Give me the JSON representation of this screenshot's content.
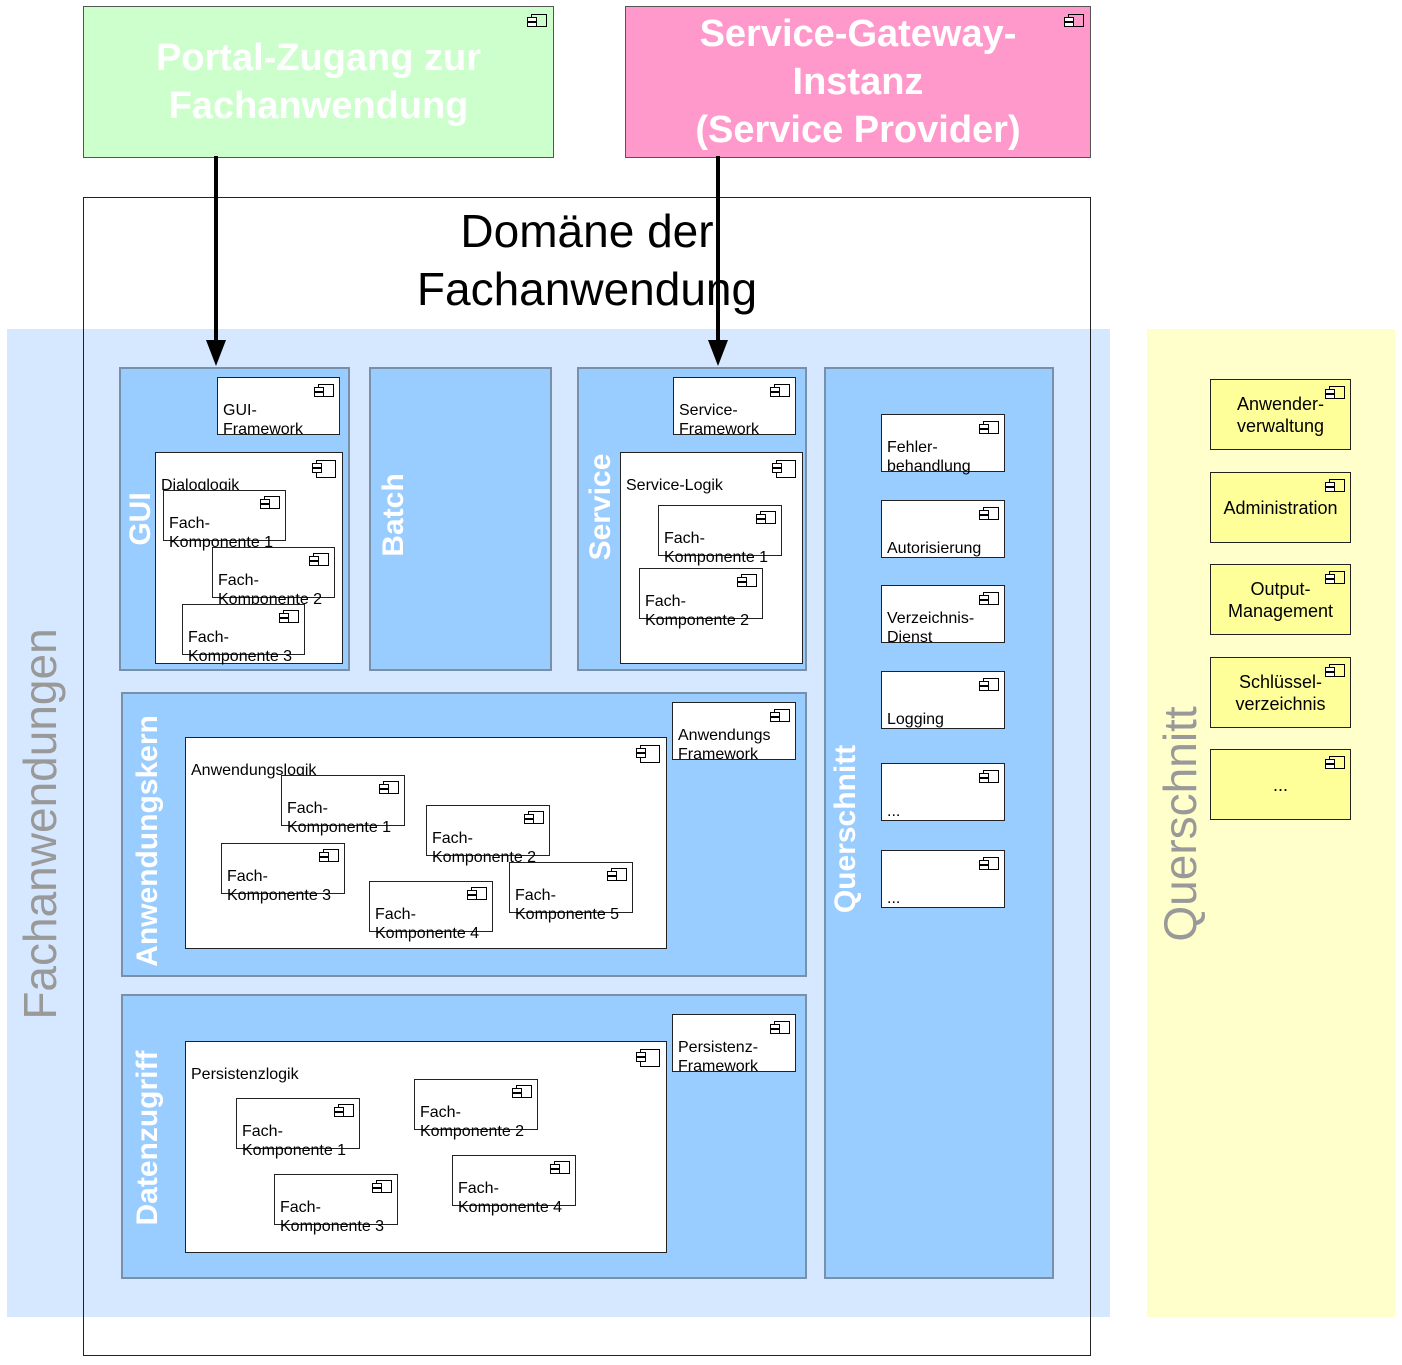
{
  "colors": {
    "fachanwendungen_bg": "#d6e8ff",
    "querschnitt_bg": "#ffffcc",
    "layer_fill": "#99ccff",
    "portal_fill": "#ccffcc",
    "gateway_fill": "#ff99cc",
    "yellow_component": "#ffff99",
    "zone_label_gray": "#999999"
  },
  "zones": {
    "fachanwendungen": "Fachanwendungen",
    "querschnitt": "Querschnitt"
  },
  "top_boxes": {
    "portal": "Portal-Zugang zur\nFachanwendung",
    "gateway": "Service-Gateway-\nInstanz\n(Service Provider)"
  },
  "domain_title": "Domäne der\nFachanwendung",
  "layers": {
    "gui": {
      "label": "GUI",
      "framework": "GUI-\nFramework",
      "container": "Dialoglogik",
      "components": [
        "Fach-\nKomponente 1",
        "Fach-\nKomponente 2",
        "Fach-\nKomponente 3"
      ]
    },
    "batch": {
      "label": "Batch"
    },
    "service": {
      "label": "Service",
      "framework": "Service-\nFramework",
      "container": "Service-Logik",
      "components": [
        "Fach-\nKomponente 1",
        "Fach-\nKomponente 2"
      ]
    },
    "anwendungskern": {
      "label": "Anwendungskern",
      "framework": "Anwendungs\nFramework",
      "container": "Anwendungslogik",
      "components": [
        "Fach-\nKomponente 1",
        "Fach-\nKomponente 2",
        "Fach-\nKomponente 3",
        "Fach-\nKomponente 4",
        "Fach-\nKomponente 5"
      ]
    },
    "datenzugriff": {
      "label": "Datenzugriff",
      "framework": "Persistenz-\nFramework",
      "container": "Persistenzlogik",
      "components": [
        "Fach-\nKomponente 1",
        "Fach-\nKomponente 2",
        "Fach-\nKomponente 3",
        "Fach-\nKomponente 4"
      ]
    },
    "querschnitt": {
      "label": "Querschnitt",
      "components": [
        "Fehler-\nbehandlung",
        "Autorisierung",
        "Verzeichnis-\nDienst",
        "Logging",
        "...",
        "..."
      ]
    }
  },
  "querschnitt_components": [
    "Anwender-\nverwaltung",
    "Administration",
    "Output-\nManagement",
    "Schlüssel-\nverzeichnis",
    "..."
  ]
}
